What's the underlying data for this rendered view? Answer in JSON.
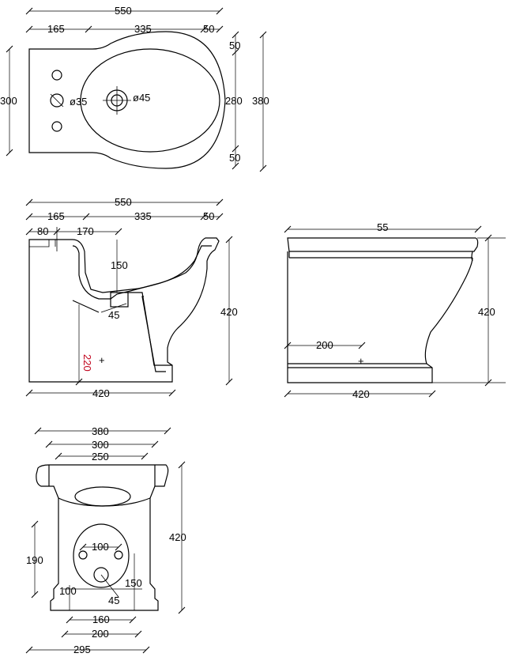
{
  "top_view": {
    "overall_width": "550",
    "seg_a": "165",
    "seg_b": "335",
    "seg_c": "50",
    "height_left": "300",
    "height_inner": "280",
    "height_outer": "380",
    "margin_top": "50",
    "margin_bottom": "50",
    "hole_small": "ø35",
    "hole_large": "ø45"
  },
  "side_section": {
    "overall_width": "550",
    "seg_a": "165",
    "seg_b": "335",
    "seg_c": "50",
    "seg_d": "80",
    "seg_e": "170",
    "depth": "150",
    "outlet_height": "220",
    "outlet_angle": "45",
    "height": "420",
    "base_width": "420"
  },
  "side_view": {
    "top_width": "55",
    "height": "420",
    "offset": "200",
    "base_width": "420"
  },
  "front_view": {
    "width_a": "380",
    "width_b": "300",
    "width_c": "250",
    "height": "420",
    "left_height": "190",
    "hole_spacing": "100",
    "left_low": "100",
    "right_low": "150",
    "angle": "45",
    "base_a": "160",
    "base_b": "200",
    "base_c": "295"
  }
}
